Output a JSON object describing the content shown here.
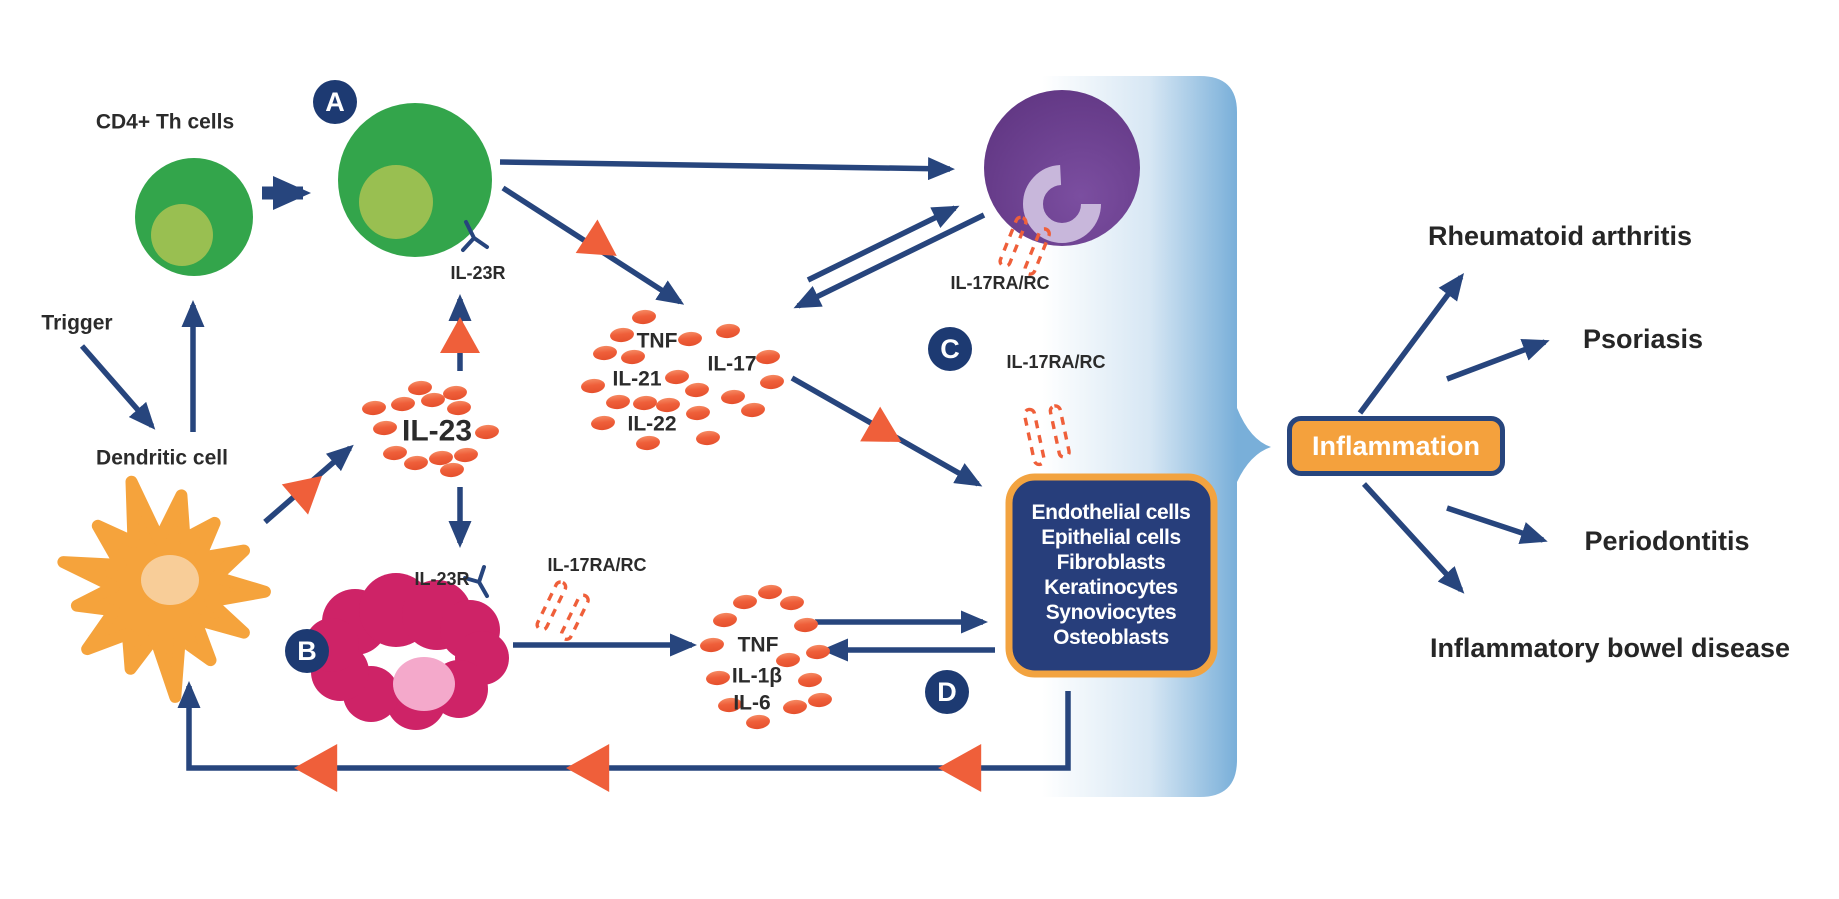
{
  "colors": {
    "navy": "#27457d",
    "badge_navy": "#1d3a72",
    "box_navy": "#273e7b",
    "orange": "#f4a13d",
    "orange_red": "#ef5f3a",
    "green": "#33a54b",
    "green_nucleus": "#99bf51",
    "purple": "#6b4190",
    "purple_nucleus": "#c8b7db",
    "pink": "#ce2367",
    "pink_nucleus": "#f4a9cb",
    "band_blue": "#7fb2da",
    "text": "#2b2b2b"
  },
  "cells": {
    "trigger_label": "Trigger",
    "cd4_label": "CD4+ Th cells",
    "dendritic_label": "Dendritic cell"
  },
  "receptors": {
    "il23r_th": "IL-23R",
    "il23r_myeloid": "IL-23R",
    "il17ra_rc_neutrophil": "IL-17RA/RC",
    "il17ra_rc_myeloid": "IL-17RA/RC",
    "il17ra_rc_tissue": "IL-17RA/RC"
  },
  "cytokines": {
    "il23": "IL-23",
    "th17_cluster": {
      "tnf": "TNF",
      "il21": "IL-21",
      "il22": "IL-22",
      "il17": "IL-17"
    },
    "innate_cluster": {
      "tnf": "TNF",
      "il1b": "IL-1β",
      "il6": "IL-6"
    }
  },
  "badges": {
    "a": "A",
    "b": "B",
    "c": "C",
    "d": "D"
  },
  "tissue_box": {
    "cell_types": [
      "Endothelial cells",
      "Epithelial cells",
      "Fibroblasts",
      "Keratinocytes",
      "Synoviocytes",
      "Osteoblasts"
    ]
  },
  "outcome": {
    "label": "Inflammation"
  },
  "diseases": [
    {
      "label": "Rheumatoid arthritis"
    },
    {
      "label": "Psoriasis"
    },
    {
      "label": "Periodontitis"
    },
    {
      "label": "Inflammatory bowel disease"
    }
  ]
}
